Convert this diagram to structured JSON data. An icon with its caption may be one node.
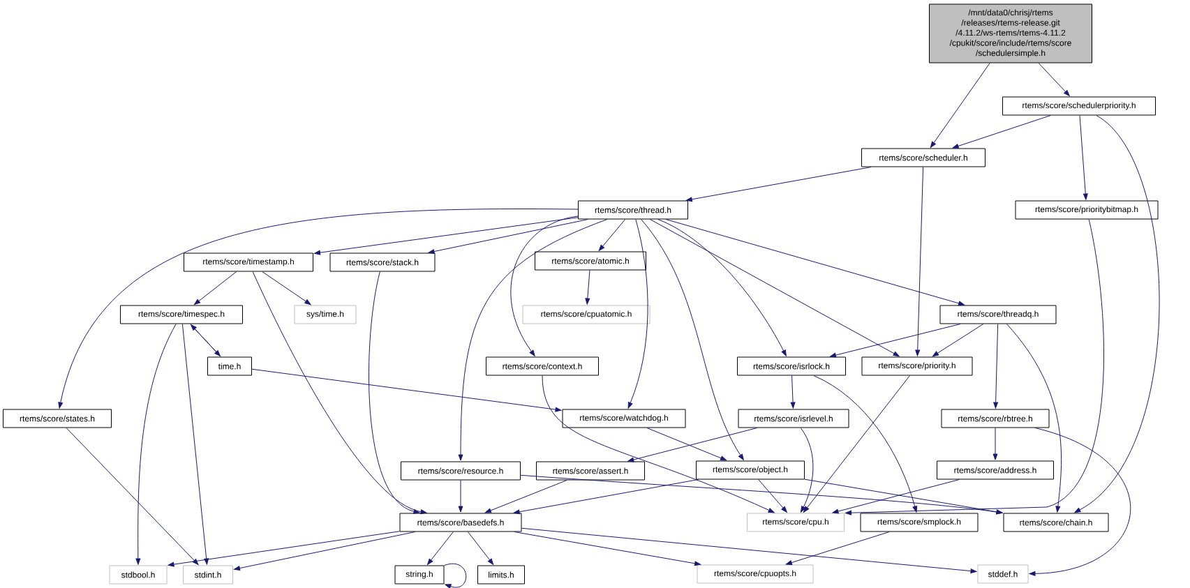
{
  "diagram": {
    "nodes": [
      {
        "text": [
          "/mnt/data0/chrisj/rtems /releases/rtems-release.git /4.11.2/ws-rtems/rtems-4.11.2 /cpukit/score/include/rtems/score /schedulersimple.h"
        ]
      },
      {
        "text": [
          "rtems/score/schedulerpriority.h"
        ]
      },
      {
        "text": [
          "rtems/score/scheduler.h"
        ]
      },
      {
        "text": [
          "rtems/score/thread.h"
        ]
      },
      {
        "text": [
          "rtems/score/prioritybitmap.h"
        ]
      },
      {
        "text": [
          "rtems/score/timestamp.h"
        ]
      },
      {
        "text": [
          "rtems/score/stack.h"
        ]
      },
      {
        "text": [
          "rtems/score/atomic.h"
        ]
      },
      {
        "text": [
          "rtems/score/timespec.h"
        ]
      },
      {
        "text": [
          "sys/time.h"
        ]
      },
      {
        "text": [
          "rtems/score/cpuatomic.h"
        ]
      },
      {
        "text": [
          "rtems/score/threadq.h"
        ]
      },
      {
        "text": [
          "time.h"
        ]
      },
      {
        "text": [
          "rtems/score/context.h"
        ]
      },
      {
        "text": [
          "rtems/score/isrlock.h"
        ]
      },
      {
        "text": [
          "rtems/score/priority.h"
        ]
      },
      {
        "text": [
          "rtems/score/states.h"
        ]
      },
      {
        "text": [
          "rtems/score/watchdog.h"
        ]
      },
      {
        "text": [
          "rtems/score/isrlevel.h"
        ]
      },
      {
        "text": [
          "rtems/score/rbtree.h"
        ]
      },
      {
        "text": [
          "rtems/score/resource.h"
        ]
      },
      {
        "text": [
          "rtems/score/assert.h"
        ]
      },
      {
        "text": [
          "rtems/score/object.h"
        ]
      },
      {
        "text": [
          "rtems/score/address.h"
        ]
      },
      {
        "text": [
          "rtems/score/basedefs.h"
        ]
      },
      {
        "text": [
          "rtems/score/cpu.h"
        ]
      },
      {
        "text": [
          "rtems/score/smplock.h"
        ]
      },
      {
        "text": [
          "rtems/score/chain.h"
        ]
      },
      {
        "text": [
          "stdbool.h"
        ]
      },
      {
        "text": [
          "stdint.h"
        ]
      },
      {
        "text": [
          "string.h"
        ]
      },
      {
        "text": [
          "limits.h"
        ]
      },
      {
        "text": [
          "rtems/score/cpuopts.h"
        ]
      },
      {
        "text": [
          "stddef.h"
        ]
      }
    ],
    "edges": [
      {
        "from": 0,
        "to": 2,
        "arrow": "to"
      },
      {
        "from": 0,
        "to": 1,
        "arrow": "to"
      },
      {
        "from": 1,
        "to": 2,
        "arrow": "to"
      },
      {
        "from": 1,
        "to": 4,
        "arrow": "to"
      },
      {
        "from": 1,
        "to": 27,
        "arrow": "to"
      },
      {
        "from": 2,
        "to": 3,
        "arrow": "to"
      },
      {
        "from": 2,
        "to": 15,
        "arrow": "to"
      },
      {
        "from": 4,
        "to": 25,
        "arrow": "to"
      },
      {
        "from": 3,
        "to": 16,
        "arrow": "to"
      },
      {
        "from": 3,
        "to": 5,
        "arrow": "to"
      },
      {
        "from": 3,
        "to": 6,
        "arrow": "to"
      },
      {
        "from": 3,
        "to": 7,
        "arrow": "to"
      },
      {
        "from": 3,
        "to": 20,
        "arrow": "to"
      },
      {
        "from": 3,
        "to": 13,
        "arrow": "to"
      },
      {
        "from": 3,
        "to": 17,
        "arrow": "to"
      },
      {
        "from": 3,
        "to": 22,
        "arrow": "to"
      },
      {
        "from": 3,
        "to": 14,
        "arrow": "to"
      },
      {
        "from": 3,
        "to": 15,
        "arrow": "to"
      },
      {
        "from": 3,
        "to": 11,
        "arrow": "to"
      },
      {
        "from": 5,
        "to": 8,
        "arrow": "to"
      },
      {
        "from": 5,
        "to": 9,
        "arrow": "to"
      },
      {
        "from": 5,
        "to": 24,
        "arrow": "to"
      },
      {
        "from": 6,
        "to": 24,
        "arrow": "to"
      },
      {
        "from": 7,
        "to": 10,
        "arrow": "to"
      },
      {
        "from": 8,
        "to": 12,
        "arrow": "to"
      },
      {
        "from": 12,
        "to": 8,
        "arrow": "to"
      },
      {
        "from": 8,
        "to": 28,
        "arrow": "to"
      },
      {
        "from": 8,
        "to": 29,
        "arrow": "to"
      },
      {
        "from": 12,
        "to": 17,
        "arrow": "to"
      },
      {
        "from": 13,
        "to": 25,
        "arrow": "to"
      },
      {
        "from": 16,
        "to": 29,
        "arrow": "to"
      },
      {
        "from": 17,
        "to": 22,
        "arrow": "to"
      },
      {
        "from": 20,
        "to": 24,
        "arrow": "to"
      },
      {
        "from": 20,
        "to": 27,
        "arrow": "to"
      },
      {
        "from": 21,
        "to": 24,
        "arrow": "to"
      },
      {
        "from": 22,
        "to": 24,
        "arrow": "to"
      },
      {
        "from": 22,
        "to": 25,
        "arrow": "to"
      },
      {
        "from": 22,
        "to": 27,
        "arrow": "to"
      },
      {
        "from": 11,
        "to": 14,
        "arrow": "to"
      },
      {
        "from": 11,
        "to": 15,
        "arrow": "to"
      },
      {
        "from": 11,
        "to": 19,
        "arrow": "to"
      },
      {
        "from": 11,
        "to": 27,
        "arrow": "to"
      },
      {
        "from": 14,
        "to": 18,
        "arrow": "to"
      },
      {
        "from": 14,
        "to": 26,
        "arrow": "to"
      },
      {
        "from": 15,
        "to": 25,
        "arrow": "to"
      },
      {
        "from": 18,
        "to": 21,
        "arrow": "to"
      },
      {
        "from": 18,
        "to": 25,
        "arrow": "to"
      },
      {
        "from": 19,
        "to": 23,
        "arrow": "to"
      },
      {
        "from": 19,
        "to": 33,
        "arrow": "to"
      },
      {
        "from": 23,
        "to": 25,
        "arrow": "to"
      },
      {
        "from": 24,
        "to": 28,
        "arrow": "to"
      },
      {
        "from": 24,
        "to": 29,
        "arrow": "to"
      },
      {
        "from": 24,
        "to": 30,
        "arrow": "to"
      },
      {
        "from": 24,
        "to": 31,
        "arrow": "to"
      },
      {
        "from": 24,
        "to": 32,
        "arrow": "to"
      },
      {
        "from": 24,
        "to": 33,
        "arrow": "to"
      },
      {
        "from": 30,
        "to": 30,
        "arrow": "to"
      },
      {
        "from": 26,
        "to": 32,
        "arrow": "to"
      }
    ]
  }
}
